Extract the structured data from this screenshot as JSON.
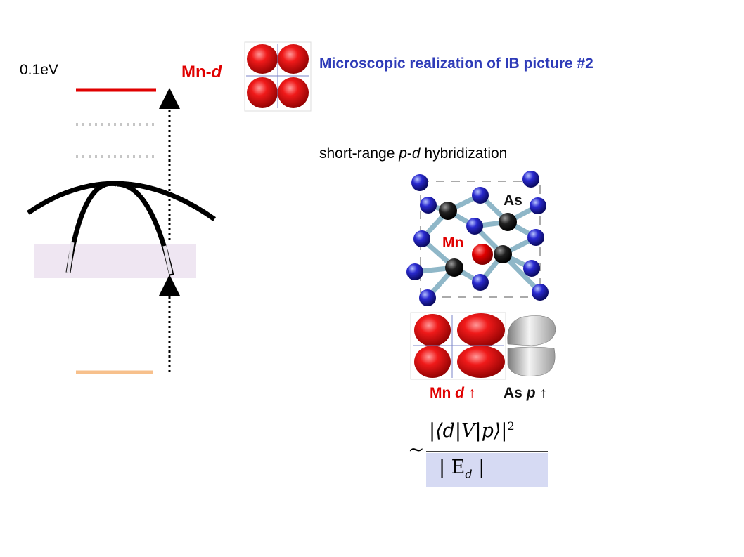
{
  "energy_label": "0.1eV",
  "mn_d_label": {
    "prefix": "Mn-",
    "italic": "d"
  },
  "title": "Microscopic realization of IB picture #2",
  "subtitle": {
    "before": "short-range ",
    "italic1": "p",
    "dash": "-",
    "italic2": "d",
    "after": " hybridization"
  },
  "crystal_labels": {
    "as": "As",
    "mn": "Mn"
  },
  "orbital_labels": {
    "mn": {
      "prefix": "Mn ",
      "italic": "d",
      "arrow": " ↑"
    },
    "as": {
      "prefix": "As ",
      "italic": "p",
      "arrow": " ↑"
    }
  },
  "formula": {
    "tilde": "~",
    "numerator": "|⟨d|V|p⟩|",
    "exponent": "2",
    "denominator_left": "| E",
    "denominator_sub": "d",
    "denominator_right": " |"
  },
  "colors": {
    "mn_red": "#e00000",
    "title_blue": "#2e3bb8",
    "as_blue": "#2a2ad0",
    "bond": "#8fb7c8",
    "band_shade": "#efe6f2",
    "formula_shade": "#d6daf3",
    "level_bottom": "#f7c08c",
    "dotted_gray": "#c6c6c6"
  }
}
